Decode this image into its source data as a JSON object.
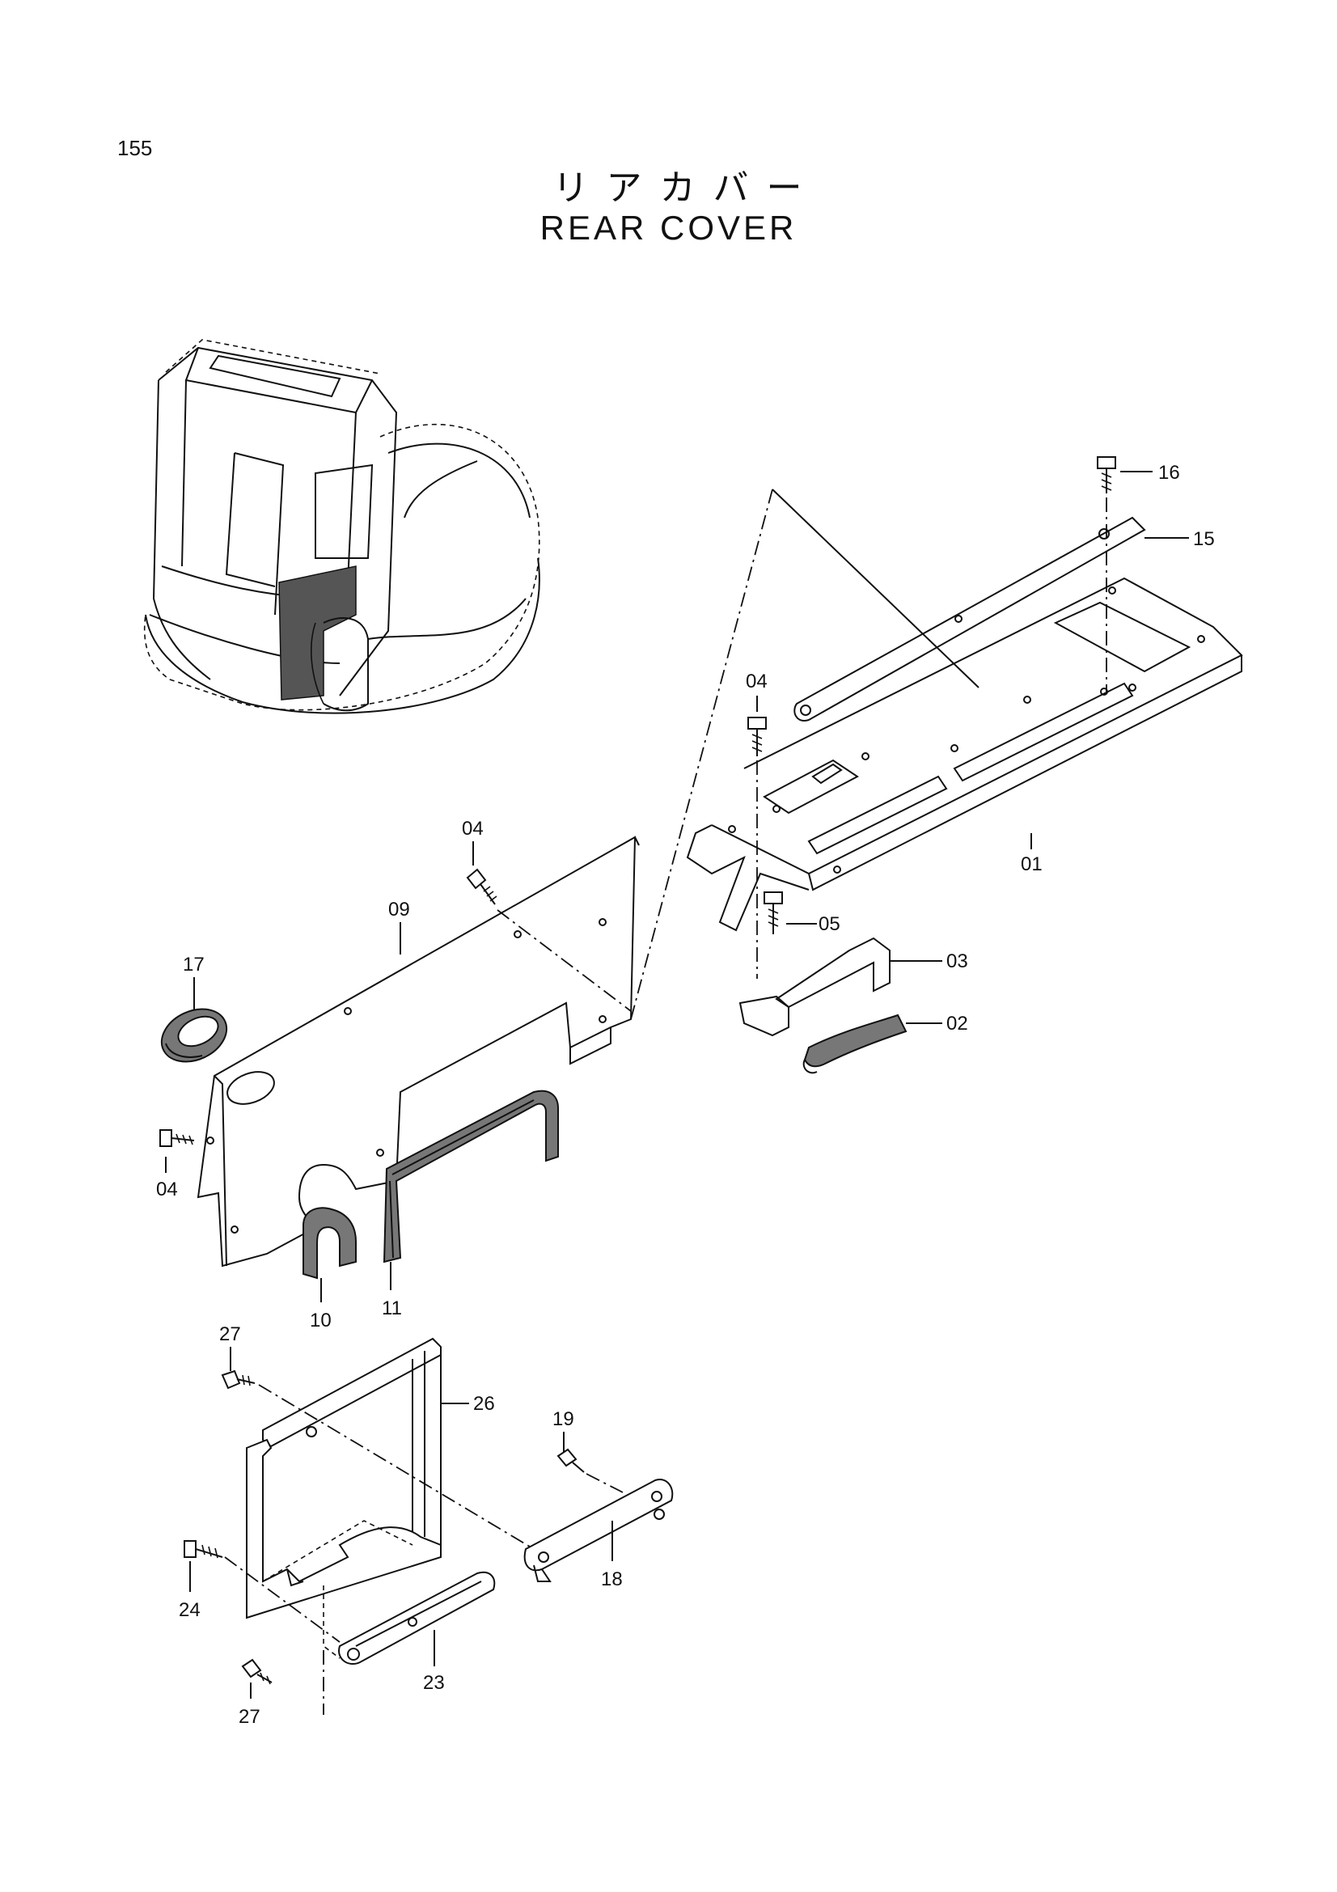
{
  "page_number": "155",
  "title_jp": "リアカバー",
  "title_en": "REAR COVER",
  "callouts": {
    "p01": "01",
    "p02": "02",
    "p03": "03",
    "p04a": "04",
    "p04b": "04",
    "p04c": "04",
    "p05": "05",
    "p09": "09",
    "p10": "10",
    "p11": "11",
    "p15": "15",
    "p16": "16",
    "p17": "17",
    "p18": "18",
    "p19": "19",
    "p23": "23",
    "p24": "24",
    "p26": "26",
    "p27a": "27",
    "p27b": "27"
  }
}
